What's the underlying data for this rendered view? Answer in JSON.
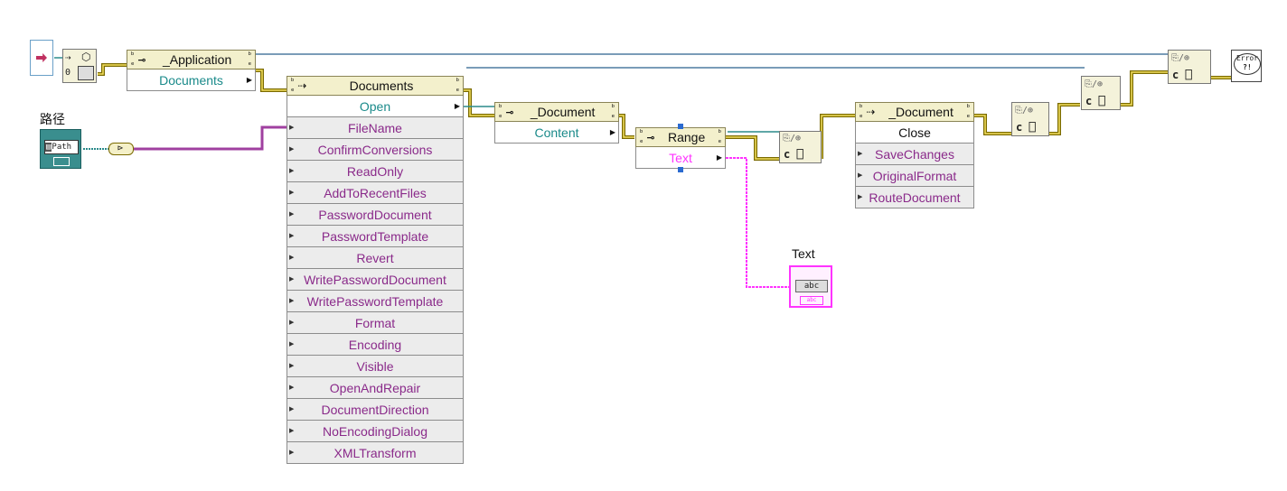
{
  "nodes": {
    "application": {
      "title": "_Application",
      "property": "Documents"
    },
    "documents": {
      "title": "Documents",
      "method": "Open",
      "params": [
        "FileName",
        "ConfirmConversions",
        "ReadOnly",
        "AddToRecentFiles",
        "PasswordDocument",
        "PasswordTemplate",
        "Revert",
        "WritePasswordDocument",
        "WritePasswordTemplate",
        "Format",
        "Encoding",
        "Visible",
        "OpenAndRepair",
        "DocumentDirection",
        "NoEncodingDialog",
        "XMLTransform"
      ]
    },
    "document1": {
      "title": "_Document",
      "property": "Content"
    },
    "range": {
      "title": "Range",
      "property": "Text"
    },
    "document2": {
      "title": "_Document",
      "method": "Close",
      "params": [
        "SaveChanges",
        "OriginalFormat",
        "RouteDocument"
      ]
    }
  },
  "path_control": {
    "label": "路径",
    "glyph": "Path"
  },
  "text_indicator": {
    "label": "Text",
    "glyph": "abc"
  },
  "error_handler": {
    "glyph": "Error"
  },
  "colors": {
    "refnum_wire": "#7a6a00",
    "path_wire": "#2a8a8a",
    "string_wire": "#ff33ff",
    "error_wire": "#4f7ba0"
  },
  "icons": [
    "run-arrow-icon",
    "open-automation-icon",
    "close-reference-icon",
    "path-to-string-icon",
    "error-handler-icon"
  ]
}
